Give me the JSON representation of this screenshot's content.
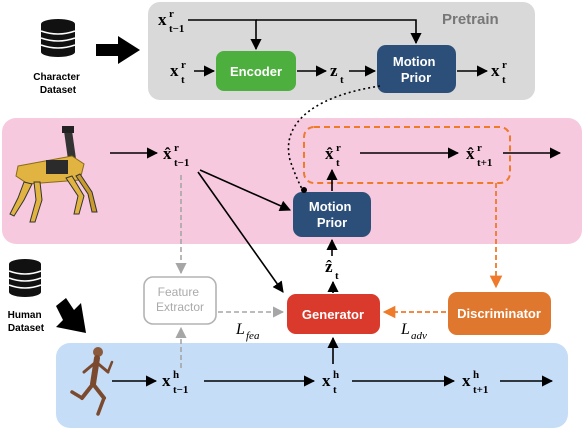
{
  "pretrain": {
    "title": "Pretrain"
  },
  "datasets": {
    "character": [
      "Character",
      "Dataset"
    ],
    "human": [
      "Human",
      "Dataset"
    ]
  },
  "blocks": {
    "encoder": [
      "Encoder"
    ],
    "motion_prior_top": [
      "Motion",
      "Prior"
    ],
    "motion_prior_mid": [
      "Motion",
      "Prior"
    ],
    "feature_extractor": [
      "Feature",
      "Extractor"
    ],
    "generator": [
      "Generator"
    ],
    "discriminator": [
      "Discriminator"
    ]
  },
  "variables": {
    "x_r_tm1_top": {
      "base": "x",
      "sup": "r",
      "sub": "t−1"
    },
    "x_r_t_in": {
      "base": "x",
      "sup": "r",
      "sub": "t"
    },
    "z_t": {
      "base": "z",
      "sub": "t"
    },
    "x_r_t_out": {
      "base": "x",
      "sup": "r",
      "sub": "t"
    },
    "xhat_r_tm1": {
      "base": "x̂",
      "sup": "r",
      "sub": "t−1"
    },
    "xhat_r_t": {
      "base": "x̂",
      "sup": "r",
      "sub": "t"
    },
    "xhat_r_tp1": {
      "base": "x̂",
      "sup": "r",
      "sub": "t+1"
    },
    "zhat_t": {
      "base": "ẑ",
      "sub": "t"
    },
    "x_h_tm1": {
      "base": "x",
      "sup": "h",
      "sub": "t−1"
    },
    "x_h_t": {
      "base": "x",
      "sup": "h",
      "sub": "t"
    },
    "x_h_tp1": {
      "base": "x",
      "sup": "h",
      "sub": "t+1"
    }
  },
  "losses": {
    "fea": {
      "base": "L",
      "sub": "fea"
    },
    "adv": {
      "base": "L",
      "sub": "adv"
    }
  },
  "colors": {
    "pretrain_bg": "#d9d9d9",
    "robot_bg": "#f6c9de",
    "human_bg": "#c5ddf7",
    "encoder": "#4caf3e",
    "motion_prior": "#2c4f7a",
    "generator": "#d93a2b",
    "discriminator": "#e0772e",
    "orange_dashed": "#ee7a2a",
    "gray_dashed": "#a6a6a6",
    "robot_body": "#e1b441",
    "human_figure": "#8b5a3c"
  }
}
